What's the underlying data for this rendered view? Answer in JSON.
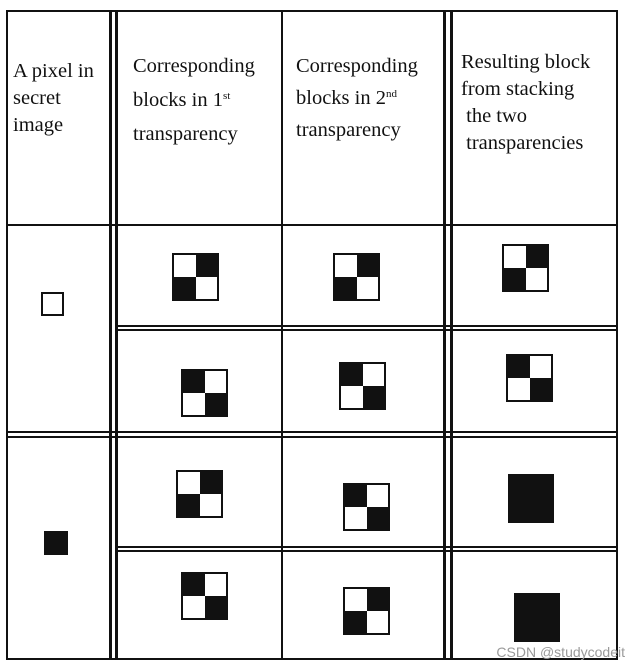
{
  "header": {
    "col1": [
      "A pixel in",
      "secret",
      "image"
    ],
    "col2": {
      "line1": "Corresponding",
      "line2": "blocks in  1",
      "line2_sup": "st",
      "line3": "transparency"
    },
    "col3": {
      "line1": "Corresponding",
      "line2": "blocks in 2",
      "line2_sup": "nd",
      "line3": "transparency"
    },
    "col4": [
      "Resulting block",
      "from stacking",
      " the two",
      " transparencies"
    ]
  },
  "rows": [
    {
      "pixel": "white",
      "t1": [
        [
          "white",
          "black",
          "black",
          "white"
        ],
        [
          "black",
          "white",
          "white",
          "black"
        ]
      ],
      "t2": [
        [
          "white",
          "black",
          "black",
          "white"
        ],
        [
          "black",
          "white",
          "white",
          "black"
        ]
      ],
      "result": [
        [
          "white",
          "black",
          "black",
          "white"
        ],
        [
          "black",
          "white",
          "white",
          "black"
        ]
      ]
    },
    {
      "pixel": "black",
      "t1": [
        [
          "white",
          "black",
          "black",
          "white"
        ],
        [
          "black",
          "white",
          "white",
          "black"
        ]
      ],
      "t2": [
        [
          "black",
          "white",
          "white",
          "black"
        ],
        [
          "white",
          "black",
          "black",
          "white"
        ]
      ],
      "result": [
        "solid-black",
        "solid-black"
      ]
    }
  ],
  "watermark": "CSDN @studycodeit"
}
